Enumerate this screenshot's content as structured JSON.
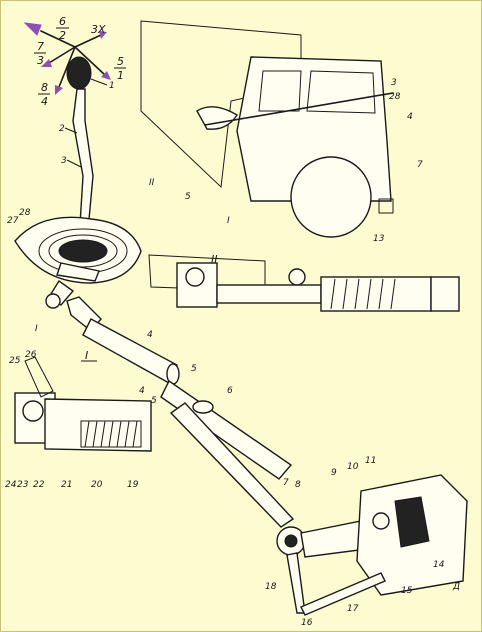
{
  "shift_pattern": {
    "labels": [
      {
        "id": "n6-2",
        "top": "6",
        "bottom": "2"
      },
      {
        "id": "n7-3",
        "top": "7",
        "bottom": "3"
      },
      {
        "id": "n8-4",
        "top": "8",
        "bottom": "4"
      },
      {
        "id": "n5-1",
        "top": "5",
        "bottom": "1"
      }
    ],
    "reverse": "3X",
    "arrow_color": "#8a4fb8"
  },
  "callouts": {
    "c1": "1",
    "c2": "2",
    "c3": "3",
    "c4": "4",
    "c5": "5",
    "c6": "6",
    "c7": "7",
    "c8": "8",
    "c9": "9",
    "c10": "10",
    "c11": "11",
    "c13": "13",
    "c14": "14",
    "c15": "15",
    "c16": "16",
    "c17": "17",
    "c18": "18",
    "c19": "19",
    "c20": "20",
    "c21": "21",
    "c22": "22",
    "c23": "23",
    "c24": "24",
    "c25": "25",
    "c26": "26",
    "c27": "27",
    "c28": "28",
    "cab3": "3",
    "cab28": "28",
    "cab4": "4",
    "cab7": "7",
    "cab5": "5",
    "cab13": "13",
    "cabI": "I",
    "cabII": "II",
    "secII": "II",
    "secI": "I",
    "secIb": "I",
    "corner": "Д"
  }
}
